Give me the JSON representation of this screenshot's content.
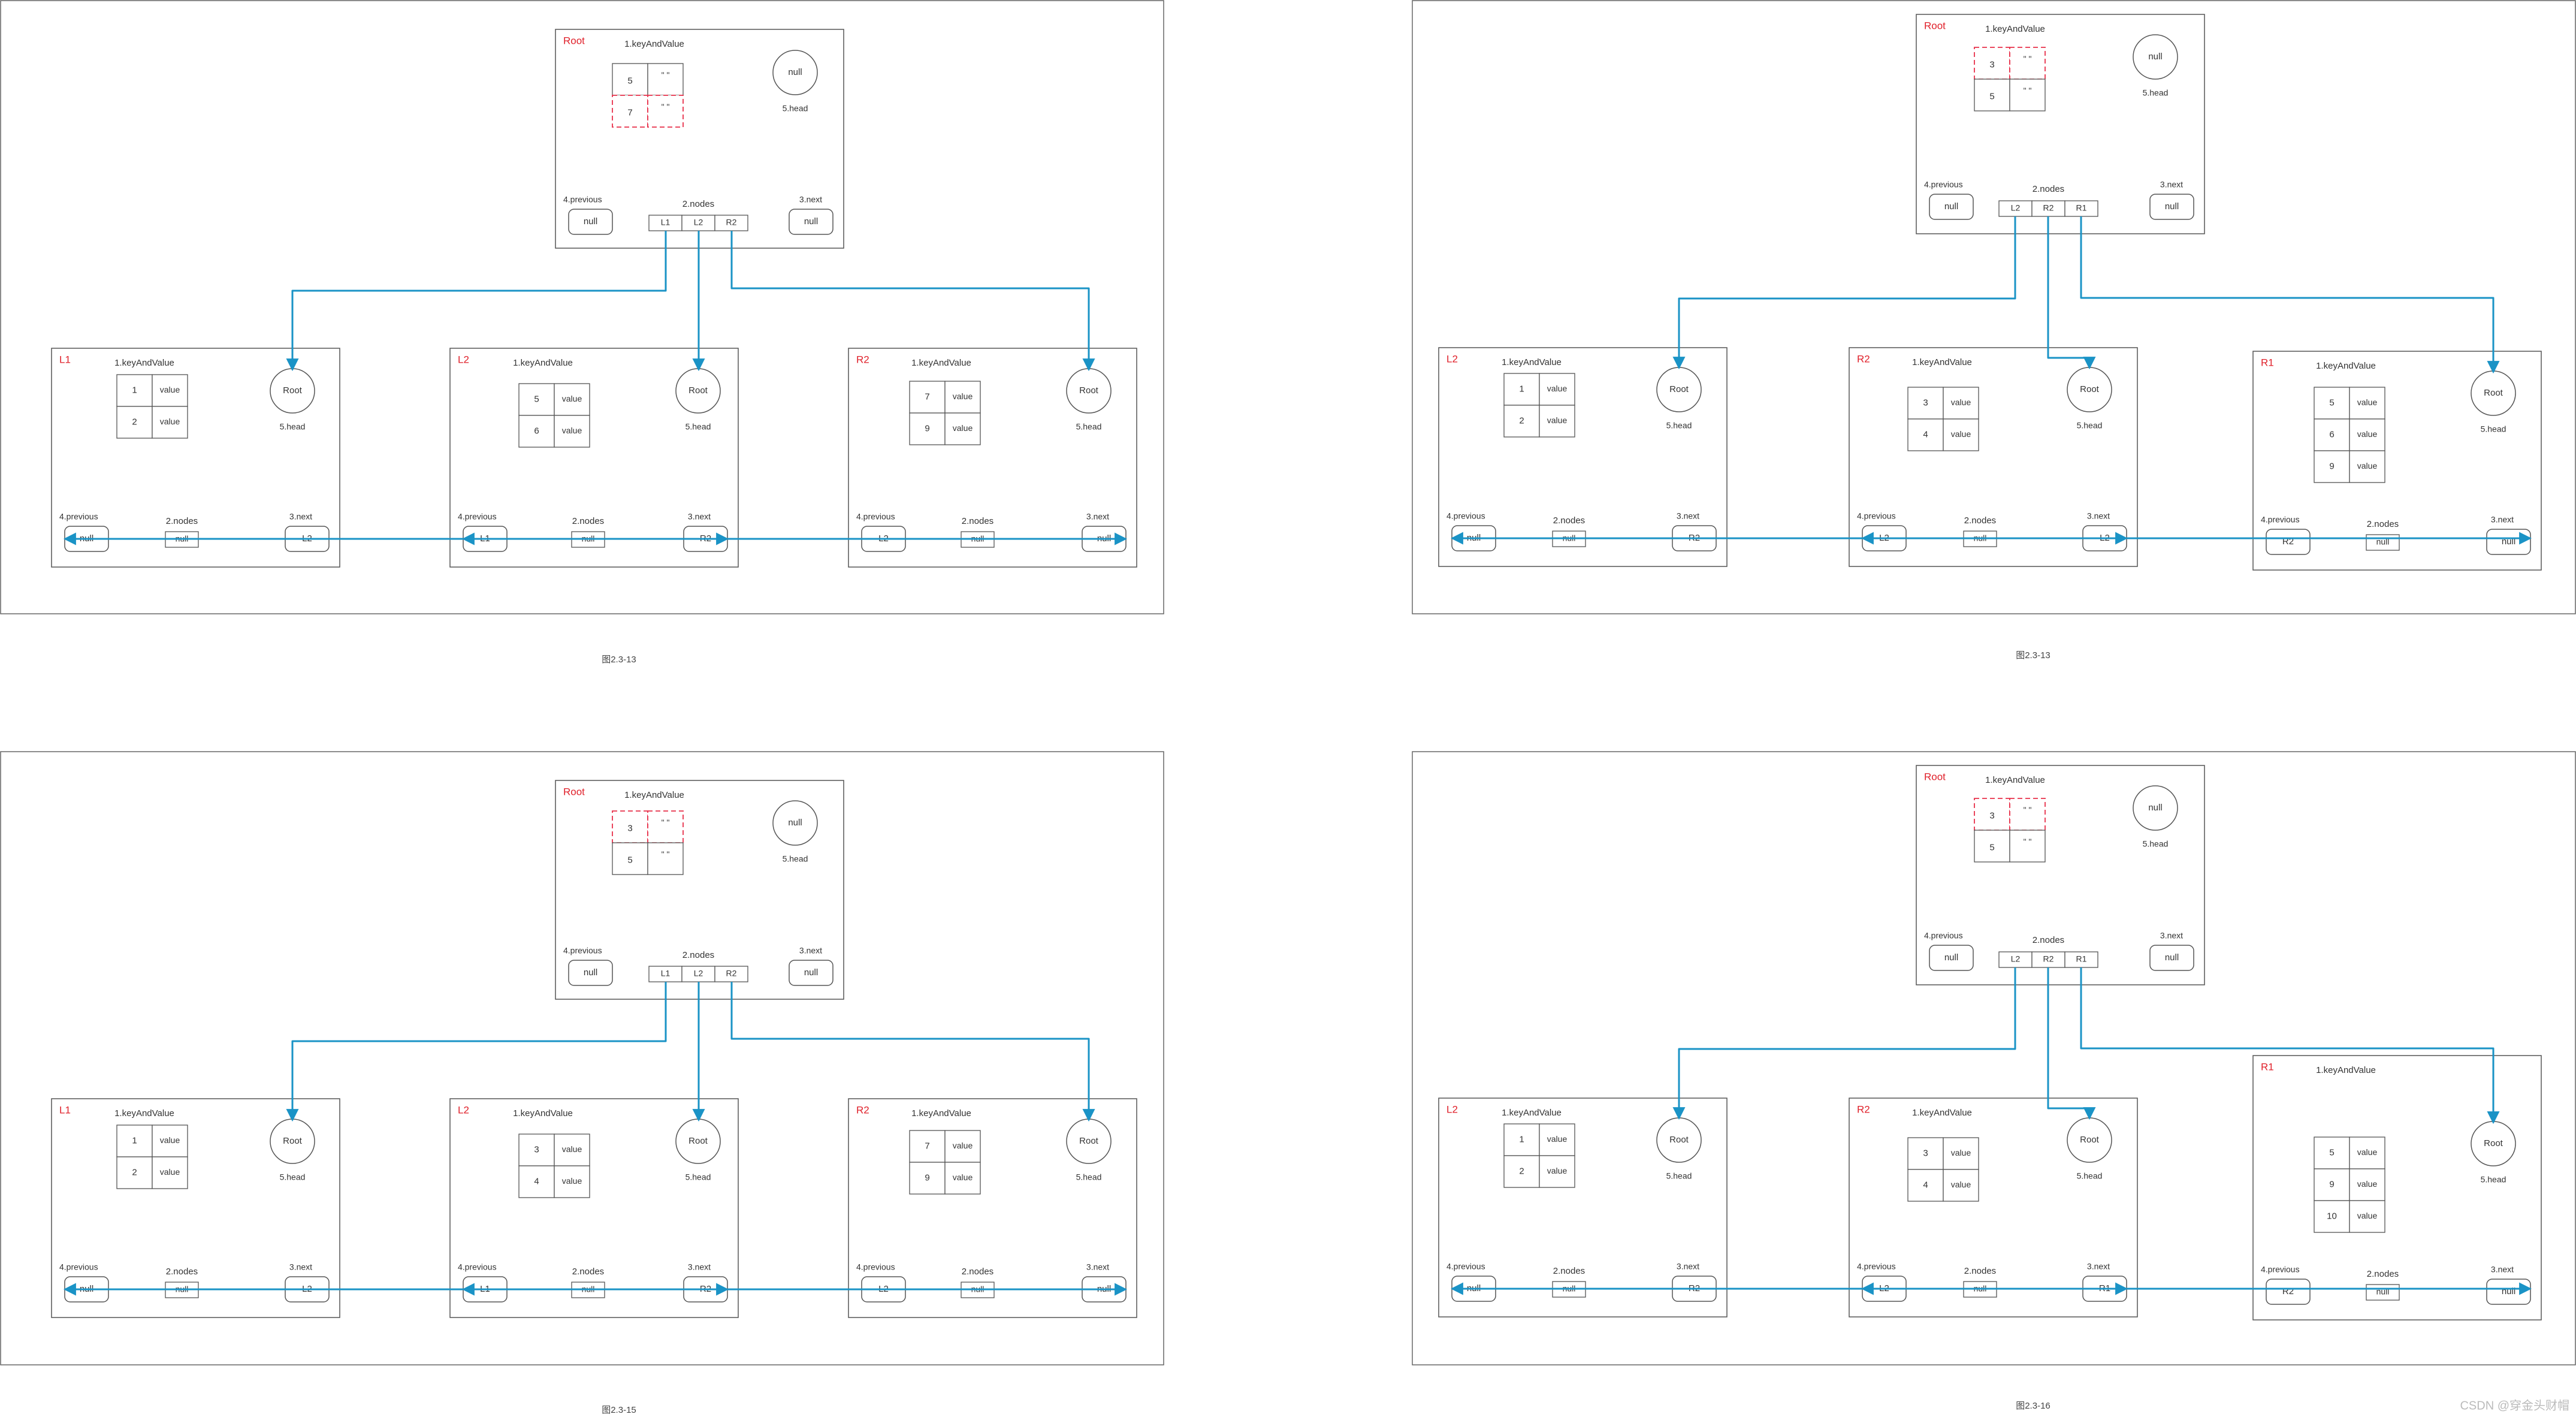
{
  "labels": {
    "kv": "1.keyAndValue",
    "head": "5.head",
    "previous": "4.previous",
    "nodes": "2.nodes",
    "next": "3.next",
    "null": "null",
    "value": "value",
    "empty": "\" \""
  },
  "colors": {
    "name": "#e0202a",
    "arrow": "#1a93c6",
    "stroke": "#555555",
    "dashed": "#e8304a",
    "text": "#333333"
  },
  "watermark": "CSDN @穿金头财帽",
  "panels": [
    {
      "caption": "图2.3-13",
      "root": {
        "name": "Root",
        "kv": [
          {
            "key": "5",
            "val": "\" \"",
            "dashed": false
          },
          {
            "key": "7",
            "val": "\" \"",
            "dashed": true
          }
        ],
        "head": "null",
        "previous": "null",
        "next": "null",
        "nodes": [
          "L1",
          "L2",
          "R2"
        ]
      },
      "children": [
        {
          "name": "L1",
          "kv": [
            {
              "key": "1",
              "val": "value"
            },
            {
              "key": "2",
              "val": "value"
            }
          ],
          "head": "Root",
          "previous": "null",
          "nodes": "null",
          "next": "L2"
        },
        {
          "name": "L2",
          "kv": [
            {
              "key": "5",
              "val": "value"
            },
            {
              "key": "6",
              "val": "value"
            }
          ],
          "head": "Root",
          "previous": "L1",
          "nodes": "null",
          "next": "R2"
        },
        {
          "name": "R2",
          "kv": [
            {
              "key": "7",
              "val": "value"
            },
            {
              "key": "9",
              "val": "value"
            }
          ],
          "head": "Root",
          "previous": "L2",
          "nodes": "null",
          "next": "null"
        }
      ]
    },
    {
      "caption": "图2.3-13",
      "root": {
        "name": "Root",
        "kv": [
          {
            "key": "3",
            "val": "\" \"",
            "dashed": true
          },
          {
            "key": "5",
            "val": "\" \"",
            "dashed": false
          }
        ],
        "head": "null",
        "previous": "null",
        "next": "null",
        "nodes": [
          "L2",
          "R2",
          "R1"
        ]
      },
      "children": [
        {
          "name": "L2",
          "kv": [
            {
              "key": "1",
              "val": "value"
            },
            {
              "key": "2",
              "val": "value"
            }
          ],
          "head": "Root",
          "previous": "null",
          "nodes": "null",
          "next": "R2"
        },
        {
          "name": "R2",
          "kv": [
            {
              "key": "3",
              "val": "value"
            },
            {
              "key": "4",
              "val": "value"
            }
          ],
          "head": "Root",
          "previous": "L2",
          "nodes": "null",
          "next": "L2"
        },
        {
          "name": "R1",
          "kv": [
            {
              "key": "5",
              "val": "value"
            },
            {
              "key": "6",
              "val": "value"
            },
            {
              "key": "9",
              "val": "value"
            }
          ],
          "head": "Root",
          "previous": "R2",
          "nodes": "null",
          "next": "null"
        }
      ]
    },
    {
      "caption": "图2.3-15",
      "root": {
        "name": "Root",
        "kv": [
          {
            "key": "3",
            "val": "\" \"",
            "dashed": true
          },
          {
            "key": "5",
            "val": "\" \"",
            "dashed": false
          }
        ],
        "head": "null",
        "previous": "null",
        "next": "null",
        "nodes": [
          "L1",
          "L2",
          "R2"
        ]
      },
      "children": [
        {
          "name": "L1",
          "kv": [
            {
              "key": "1",
              "val": "value"
            },
            {
              "key": "2",
              "val": "value"
            }
          ],
          "head": "Root",
          "previous": "null",
          "nodes": "null",
          "next": "L2"
        },
        {
          "name": "L2",
          "kv": [
            {
              "key": "3",
              "val": "value"
            },
            {
              "key": "4",
              "val": "value"
            }
          ],
          "head": "Root",
          "previous": "L1",
          "nodes": "null",
          "next": "R2"
        },
        {
          "name": "R2",
          "kv": [
            {
              "key": "7",
              "val": "value"
            },
            {
              "key": "9",
              "val": "value"
            }
          ],
          "head": "Root",
          "previous": "L2",
          "nodes": "null",
          "next": "null"
        }
      ]
    },
    {
      "caption": "图2.3-16",
      "root": {
        "name": "Root",
        "kv": [
          {
            "key": "3",
            "val": "\" \"",
            "dashed": true
          },
          {
            "key": "5",
            "val": "\" \"",
            "dashed": false
          }
        ],
        "head": "null",
        "previous": "null",
        "next": "null",
        "nodes": [
          "L2",
          "R2",
          "R1"
        ]
      },
      "children": [
        {
          "name": "L2",
          "kv": [
            {
              "key": "1",
              "val": "value"
            },
            {
              "key": "2",
              "val": "value"
            }
          ],
          "head": "Root",
          "previous": "null",
          "nodes": "null",
          "next": "R2"
        },
        {
          "name": "R2",
          "kv": [
            {
              "key": "3",
              "val": "value"
            },
            {
              "key": "4",
              "val": "value"
            }
          ],
          "head": "Root",
          "previous": "L2",
          "nodes": "null",
          "next": "R1"
        },
        {
          "name": "R1",
          "kv": [
            {
              "key": "5",
              "val": "value"
            },
            {
              "key": "9",
              "val": "value"
            },
            {
              "key": "10",
              "val": "value"
            }
          ],
          "head": "Root",
          "previous": "R2",
          "nodes": "null",
          "next": "null"
        }
      ]
    }
  ]
}
